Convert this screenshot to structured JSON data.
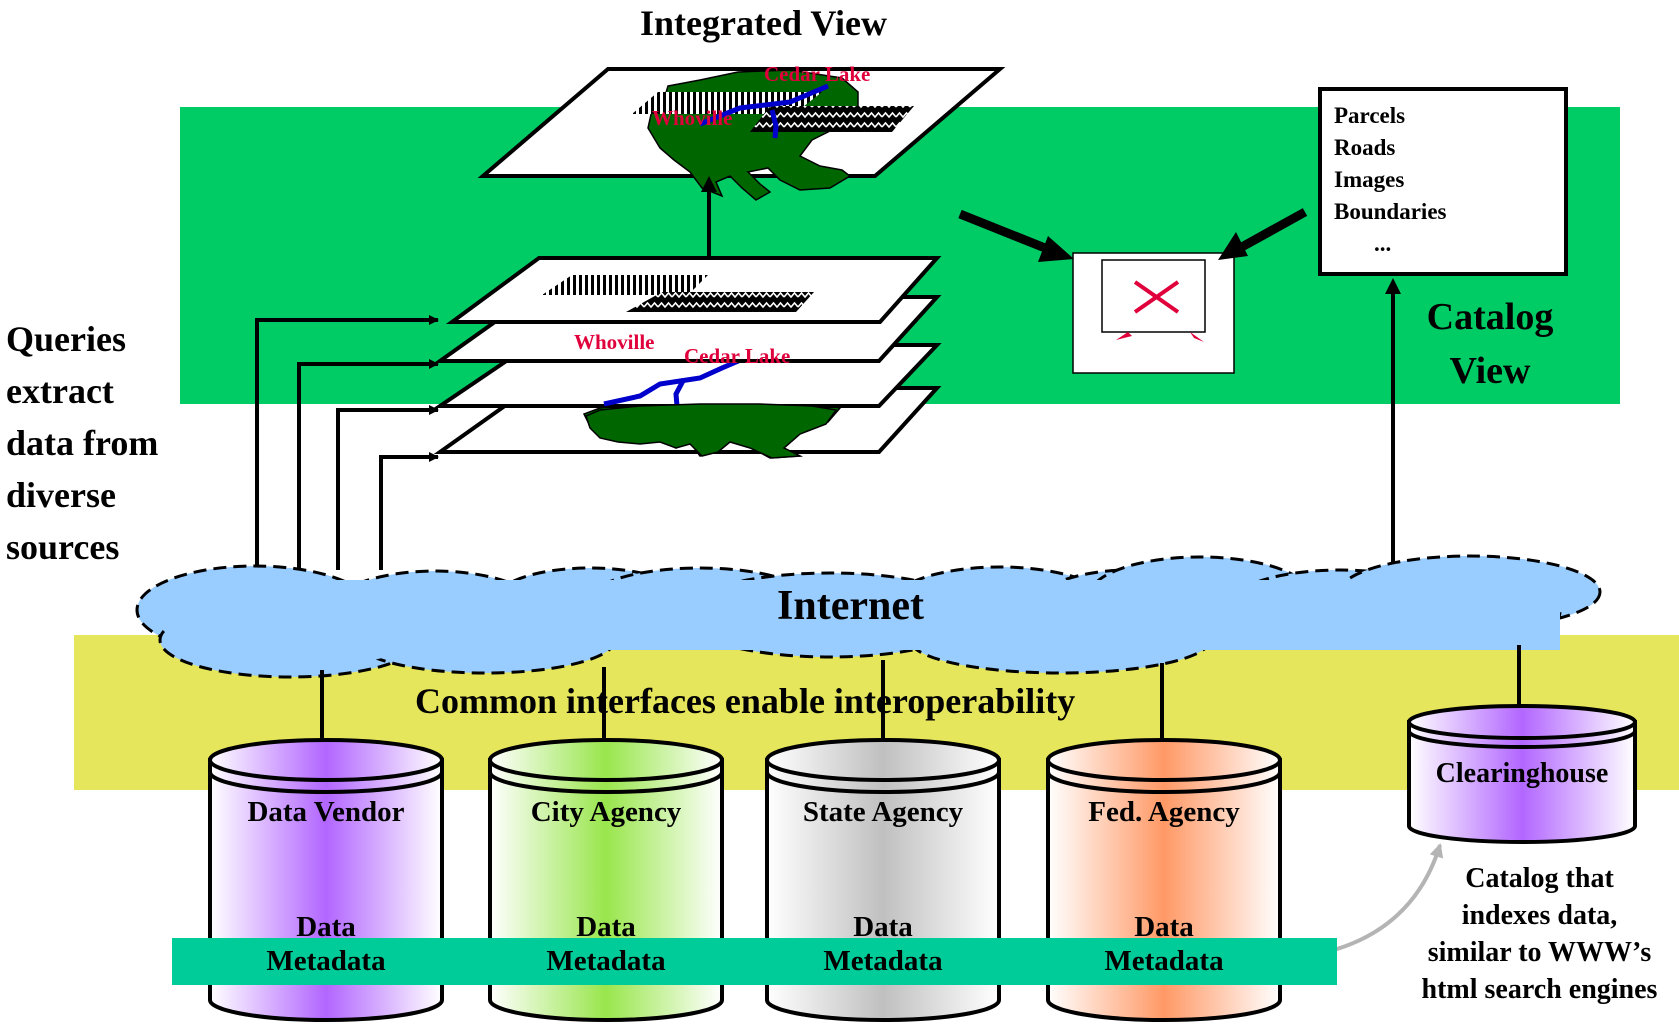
{
  "title": "Integrated View",
  "side_text": [
    "Queries",
    "extract",
    "data from",
    "diverse",
    "sources"
  ],
  "catalog_view": [
    "Catalog",
    "View"
  ],
  "catalog_list": {
    "items": [
      "Parcels",
      "Roads",
      "Images",
      "Boundaries"
    ],
    "more": "..."
  },
  "internet_label": "Internet",
  "common_interfaces": "Common interfaces enable interoperability",
  "sources": [
    {
      "name": "Data Vendor",
      "data": "Data",
      "metadata": "Metadata",
      "color": "#b266ff"
    },
    {
      "name": "City Agency",
      "data": "Data",
      "metadata": "Metadata",
      "color": "#99e64c"
    },
    {
      "name": "State Agency",
      "data": "Data",
      "metadata": "Metadata",
      "color": "#c8c8c8"
    },
    {
      "name": "Fed.  Agency",
      "data": "Data",
      "metadata": "Metadata",
      "color": "#ff9966"
    }
  ],
  "clearinghouse": {
    "name": "Clearinghouse",
    "color": "#b266ff"
  },
  "catalog_caption": [
    "Catalog that",
    "indexes data,",
    "similar to WWW’s",
    "html search engines"
  ],
  "place_names": {
    "top_lake": "Cedar Lake",
    "top_town": "Whoville",
    "layer_town": "Whoville",
    "layer_lake": "Cedar Lake"
  },
  "colors": {
    "green_band": "#00cc66",
    "yellow_band": "#e6e65c",
    "metadata_band": "#00cc99",
    "cloud": "#99ccff",
    "land": "#006600",
    "road": "#0000cc",
    "label_red": "#e0003c"
  },
  "icons": {
    "broken_image": "broken-image-icon",
    "arrow": "arrow-icon"
  }
}
